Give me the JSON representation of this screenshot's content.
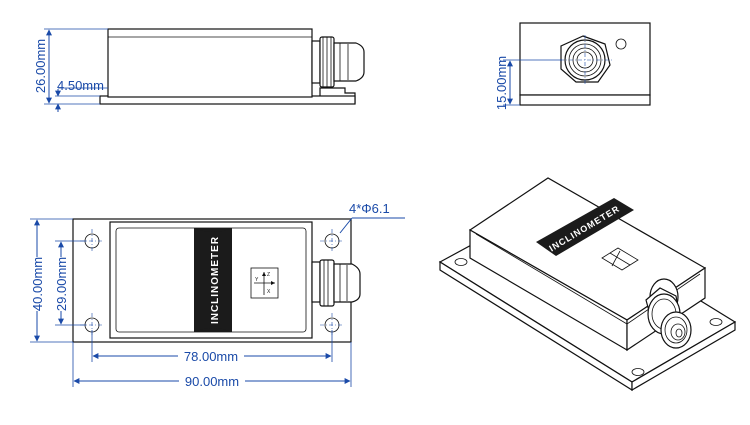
{
  "dimensions": {
    "side_height": "26.00mm",
    "base_thickness": "4.50mm",
    "connector_height": "15.00mm",
    "hole_spec": "4*Φ6.1",
    "width_outer": "40.00mm",
    "width_inner": "29.00mm",
    "length_inner": "78.00mm",
    "length_outer": "90.00mm"
  },
  "label": {
    "top_view": "INCLINOMETER",
    "iso_view": "INCLINOMETER"
  },
  "axis_marks": {
    "z": "Z",
    "y": "Y",
    "x": "X"
  },
  "colors": {
    "dimension": "#1a4aa8",
    "outline": "#111111",
    "label_band": "#1b1b1b"
  }
}
